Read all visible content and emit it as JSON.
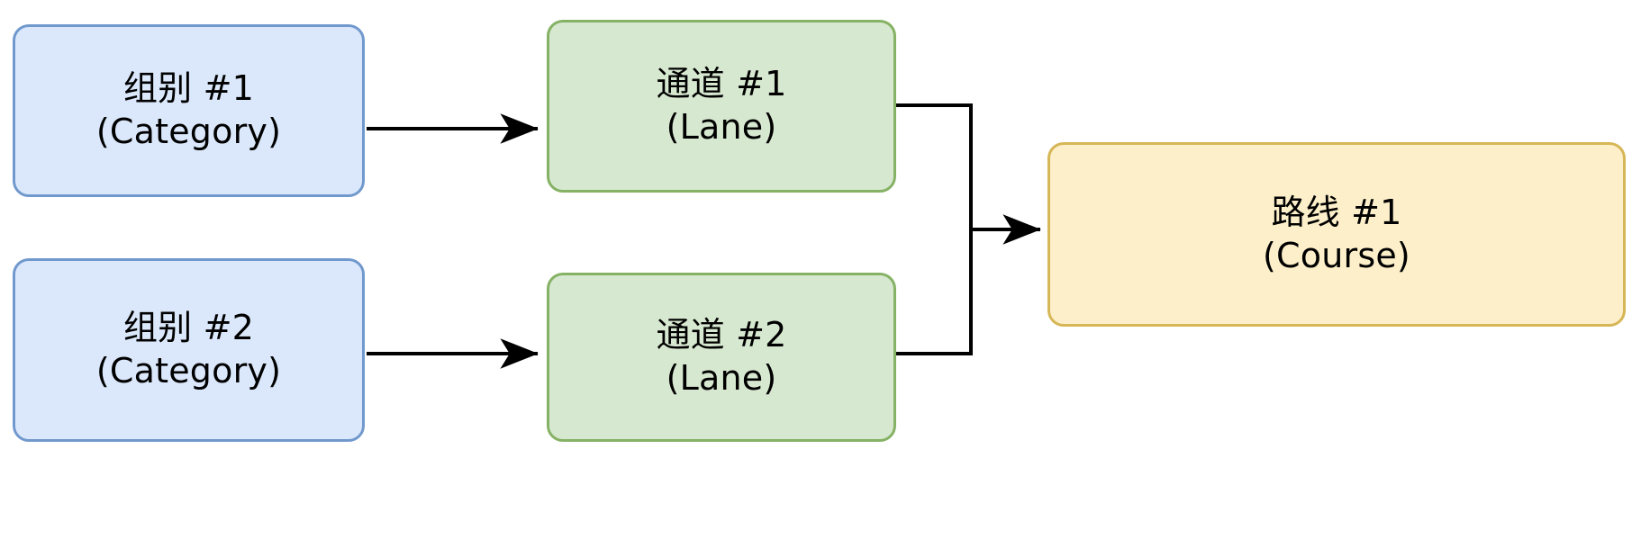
{
  "diagram": {
    "title": "Category to Lane to Course flow",
    "background": "#ffffff",
    "colors": {
      "category_fill": "#dbe8fb",
      "category_stroke": "#7199cd",
      "lane_fill": "#d7e8d0",
      "lane_stroke": "#85b265",
      "course_fill": "#fcefc9",
      "course_stroke": "#d6b656",
      "edge_stroke": "#000000",
      "text": "#000000"
    },
    "nodes": [
      {
        "id": "category-1",
        "kind": "category",
        "line1": "组别 #1",
        "line2": "(Category)"
      },
      {
        "id": "category-2",
        "kind": "category",
        "line1": "组别 #2",
        "line2": "(Category)"
      },
      {
        "id": "lane-1",
        "kind": "lane",
        "line1": "通道 #1",
        "line2": "(Lane)"
      },
      {
        "id": "lane-2",
        "kind": "lane",
        "line1": "通道 #2",
        "line2": "(Lane)"
      },
      {
        "id": "course-1",
        "kind": "course",
        "line1": "路线 #1",
        "line2": "(Course)"
      }
    ],
    "edges": [
      {
        "id": "edge-category1-lane1",
        "from": "category-1",
        "to": "lane-1",
        "style": "straight-arrow"
      },
      {
        "id": "edge-category2-lane2",
        "from": "category-2",
        "to": "lane-2",
        "style": "straight-arrow"
      },
      {
        "id": "edge-lane1-course1",
        "from": "lane-1",
        "to": "course-1",
        "style": "orthogonal-merge-arrow"
      },
      {
        "id": "edge-lane2-course1",
        "from": "lane-2",
        "to": "course-1",
        "style": "orthogonal-merge-arrow"
      }
    ]
  }
}
